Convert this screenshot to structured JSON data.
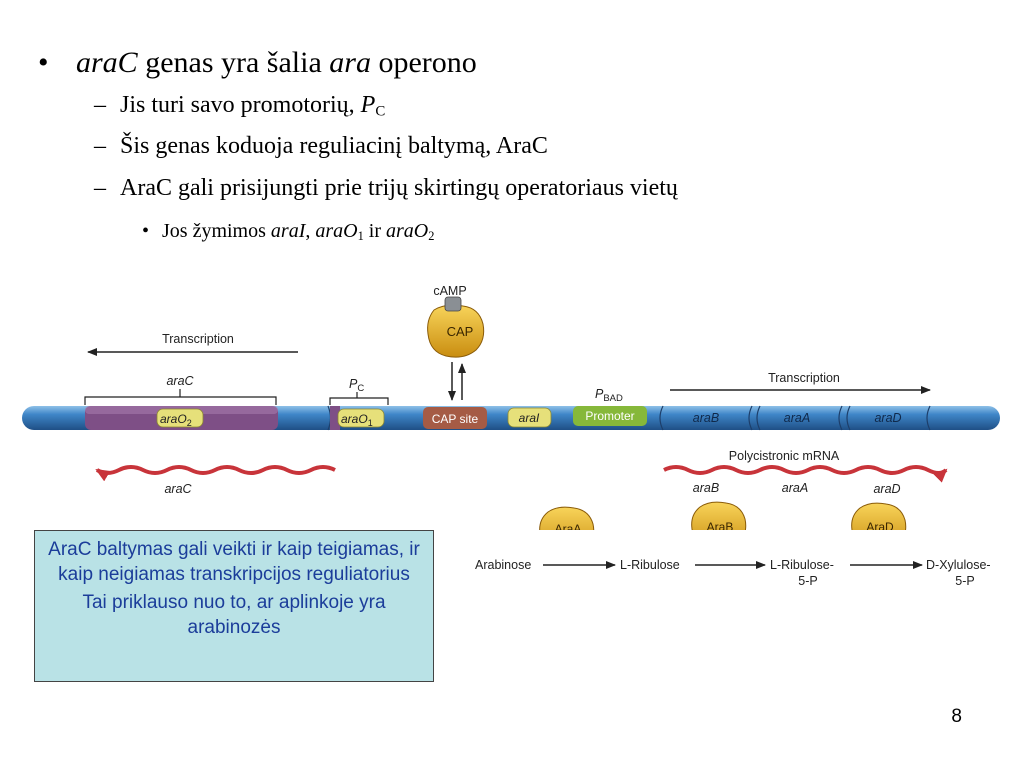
{
  "bullets": {
    "b1": {
      "symbol": "•",
      "t1": "araC",
      "t2": " genas yra šalia ",
      "t3": "ara",
      "t4": " operono"
    },
    "b2": {
      "dash": "–",
      "t1": "Jis turi savo promotorių, ",
      "t2": "P",
      "t3": "C"
    },
    "b3": {
      "dash": "–",
      "t1": "Šis genas koduoja reguliacinį baltymą, AraC"
    },
    "b4": {
      "dash": "–",
      "t1": "AraC gali prisijungti prie trijų skirtingų operatoriaus vietų"
    },
    "b5": {
      "symbol": "•",
      "t1": "Jos žymimos ",
      "t2": "araI",
      "t3": ", ",
      "t4": "araO",
      "t5": "1",
      "t6": " ir ",
      "t7": "araO",
      "t8": "2"
    }
  },
  "diagram": {
    "camp_label": "cAMP",
    "cap_label": "CAP",
    "transcription_left": "Transcription",
    "transcription_right": "Transcription",
    "arac_gene_label": "araC",
    "pc_label": "P",
    "pc_sub": "C",
    "pbad_label": "P",
    "pbad_sub": "BAD",
    "arao2_label": "araO",
    "arao2_sub": "2",
    "arao1_label": "araO",
    "arao1_sub": "1",
    "cap_site_label": "CAP site",
    "arai_label": "araI",
    "promoter_label": "Promoter",
    "arab_label": "araB",
    "araa_label": "araA",
    "arad_label": "araD",
    "arac_mrna_label": "araC",
    "polycistronic_label": "Polycistronic mRNA",
    "mrna_arab": "araB",
    "mrna_araa": "araA",
    "mrna_arad": "araD",
    "enzyme_a": "AraA",
    "enzyme_b": "AraB",
    "enzyme_d": "AraD",
    "arabinose": "Arabinose",
    "l_ribulose": "L-Ribulose",
    "l_ribulose5p_1": "L-Ribulose-",
    "l_ribulose5p_2": "5-P",
    "d_xylulose5p_1": "D-Xylulose-",
    "d_xylulose5p_2": "5-P",
    "colors": {
      "dna": "#2e6fb3",
      "cap_protein": "#e3a81a",
      "mrna": "#c8343a",
      "operator": "#e6e07a",
      "promoter": "#86b83a",
      "arac_gene": "#7e4f86",
      "cap_site": "#a55b45"
    }
  },
  "note": {
    "line1": "AraC baltymas gali veikti ir kaip teigiamas, ir kaip neigiamas transkripcijos reguliatorius",
    "line2": "Tai priklauso nuo to, ar aplinkoje yra arabinozės"
  },
  "page_number": "8"
}
